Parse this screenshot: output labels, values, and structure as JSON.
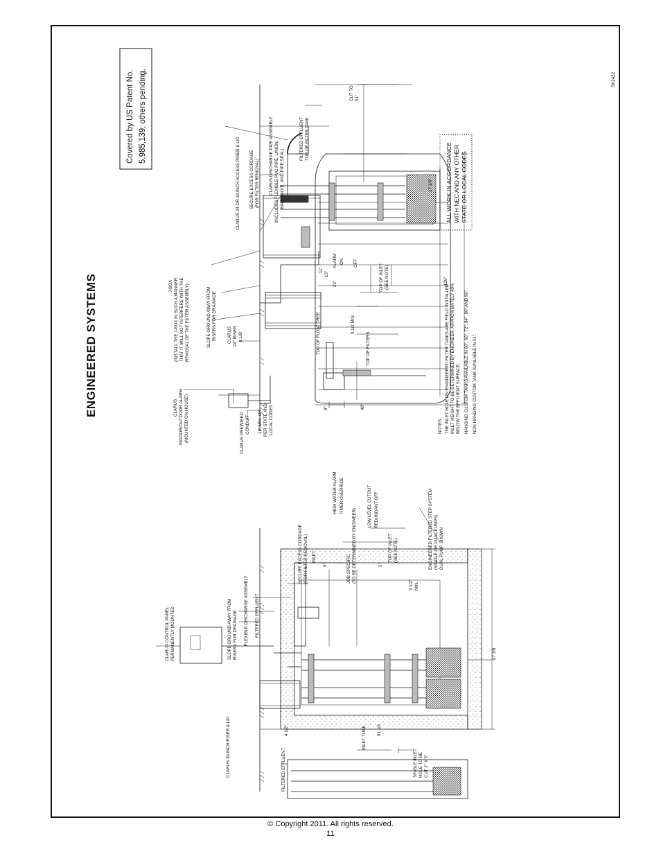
{
  "page": {
    "title": "ENGINEERED SYSTEMS",
    "patent": [
      "Covered by US Patent No.",
      "5,985,139; others pending."
    ],
    "code": [
      "ALL WORK IN ACCORDANCE",
      "WITH NEC AND ANY OTHER",
      "STATE OR LOCAL CODES"
    ],
    "drawing_id": "SK2422",
    "copyright": "© Copyright 2011. All rights reserved.",
    "page_number": "11"
  },
  "tank_section": {
    "callouts": {
      "control_alarm": [
        "CLARUS",
        "INDOOR/OUTDOOR ALARM",
        "(MOUNTED ON HOUSE)"
      ],
      "prewired": [
        "CLARUS PREWIRED",
        "CONDUIT"
      ],
      "min_depth": [
        "18\" MIN. OR",
        "PER STATE AND",
        "LOCAL CODES"
      ],
      "riser24": [
        "CLARUS",
        "24\" RISER",
        "& LID"
      ],
      "slope": [
        "SLOPE GROUND AWAY FROM",
        "RISERS FOR DRAINAGE"
      ],
      "jbox": [
        "J-BOX",
        "(INSTALL THE J-BOX IN SUCH A MANNER",
        "THAT IT WILL NOT INTERFERE WITH THE",
        "REMOVAL OF THE FILTER ASSEMBLY)"
      ],
      "access_riser": "CLARUS 24 OR 30 INCH ACCESS RISER & LID",
      "cordage": [
        "SECURE EXCESS CORDAGE",
        "(FOR FILTER REMOVAL)"
      ],
      "discharge": [
        "CLARUS DISCHARGE PIPE ASSEMBLY",
        "(INCLUDES FLEXIBLE PVC PIPE, UNION,",
        "BALL VALVE, AND PIPE SEAL)"
      ],
      "filtered_effluent": "FILTERED EFFLUENT",
      "top_filter_tank": "TOP OF FILTER TANK",
      "cut_to": [
        "CUT TO",
        "51\""
      ]
    },
    "dims": {
      "d8": "8\"",
      "d48": "48\"",
      "d126": "126\"",
      "d17": "17 1/8\"",
      "d11": "11\"",
      "d15": "15\"",
      "d25": "25\"",
      "alarm": "ALARM",
      "on": "ON",
      "off": "OFF",
      "top_float": "TOP OF FLOAT TREE",
      "min": "3 1/2 MIN",
      "top_filters": "TOP OF FILTERS",
      "top_inlet": [
        "TOP OF INLET",
        "(SEE NOTE)"
      ]
    },
    "notes": [
      "NOTES:",
      "THE INLET HOLE ON ENGINEERED FILTER TANKS ARE FIELD INSTALLED.",
      "INLET HEIGHT TO BE DETERMINED BY ENGINEER, APPROXIMATELY 40%",
      "BELOW THE EFFLUENT SURFACE.",
      "HANGING CUSTOM TANKS AVAILABLE IN 60\", 66\", 72\", 84\", 90\" AND 96\".",
      "NON HANGING CUSTOM TANK AVAILABLE IN 51\"."
    ]
  },
  "riser_section": {
    "callouts": {
      "control_panel": [
        "CLARUS CONTROL PANEL",
        "PERMANENTLY MOUNTED"
      ],
      "slope": [
        "SLOPE GROUND AWAY FROM",
        "RISERS FOR DRAINAGE"
      ],
      "flex": "FLEXIBLE DISCHARGE ASSEMBLY",
      "filtered_effluent": "FILTERED EFFLUENT",
      "cordage": [
        "SECURE EXCESS CORDAGE",
        "(FOR FILTER REMOVAL)"
      ],
      "inlet": "INLET",
      "high_water": "HIGH WATER ALARM",
      "timer": "TIMER OVERRIDE",
      "job_specific": [
        "JOB SPECIFIC",
        "(TO BE DETERMINED BY ENGINEER)"
      ],
      "low_level": "LOW LEVEL CUTOUT",
      "redundant": "REDUNDANT OFF",
      "top_inlet": [
        "TOP OF INLET",
        "(SEE NOTE)"
      ],
      "step_system": [
        "ENGINEERED FILTERED STEP SYSTEM",
        "(SINGLE OR DUAL PUMPS)",
        "DUAL PUMP SHOWN"
      ],
      "riser30": "CLARUS 30 INCH RISER & LID",
      "filtered_effluent_2": "FILTERED EFFLUENT",
      "inlet_tube": "INLET TUBE",
      "single_inlet": [
        "SINGLE INLET",
        "HOLE TO BE",
        "CUT 2\" X 5\""
      ]
    },
    "dims": {
      "d5a": "5\"",
      "d5b": "5\"",
      "min": [
        "3 1/2\"",
        "MIN."
      ],
      "d17": "17 3/8",
      "d4": "4 1/2\"",
      "d91": "91 1/2"
    }
  }
}
